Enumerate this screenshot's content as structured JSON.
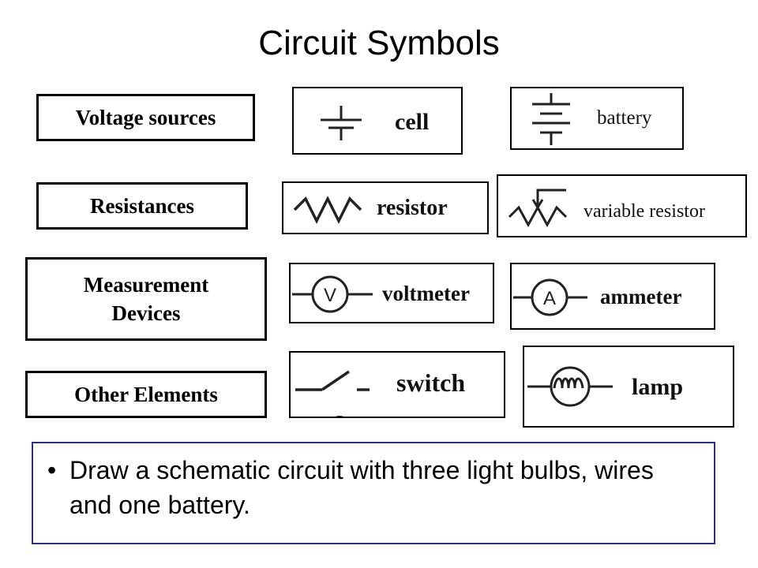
{
  "title": "Circuit Symbols",
  "categories": {
    "voltage": "Voltage sources",
    "resistances": "Resistances",
    "measurement_line1": "Measurement",
    "measurement_line2": "Devices",
    "other": "Other Elements"
  },
  "symbols": {
    "cell": "cell",
    "battery": "battery",
    "resistor": "resistor",
    "variable_resistor": "variable resistor",
    "voltmeter": "voltmeter",
    "voltmeter_glyph": "V",
    "ammeter": "ammeter",
    "ammeter_glyph": "A",
    "switch": "switch",
    "lamp": "lamp"
  },
  "task": {
    "bullet": "•",
    "text": "Draw a schematic circuit with three light bulbs, wires and one battery."
  }
}
